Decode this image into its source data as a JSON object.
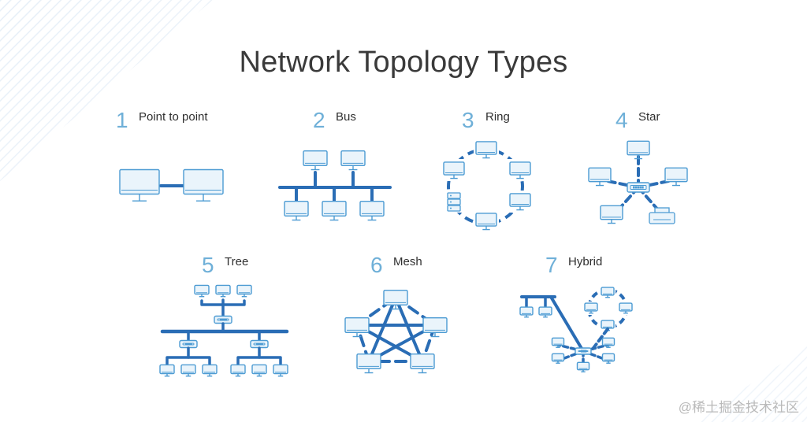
{
  "title": "Network Topology Types",
  "watermark": "@稀土掘金技术社区",
  "colors": {
    "line": "#2a6db5",
    "device_stroke": "#4c9bd3",
    "device_fill": "#eaf4fb",
    "number": "#6fb0d8",
    "title": "#3a3a3a"
  },
  "topologies": [
    {
      "number": "1",
      "label": "Point to point"
    },
    {
      "number": "2",
      "label": "Bus"
    },
    {
      "number": "3",
      "label": "Ring"
    },
    {
      "number": "4",
      "label": "Star"
    },
    {
      "number": "5",
      "label": "Tree"
    },
    {
      "number": "6",
      "label": "Mesh"
    },
    {
      "number": "7",
      "label": "Hybrid"
    }
  ]
}
